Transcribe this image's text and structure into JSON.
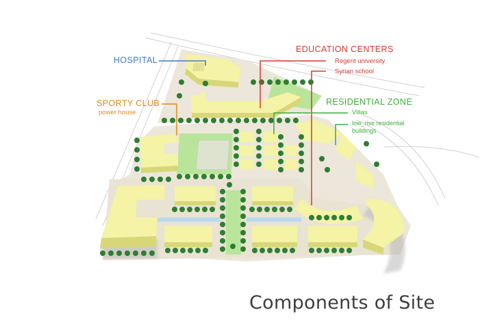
{
  "title": "Components of Site",
  "labels": {
    "hospital": "HOSPITAL",
    "sporty_club": "SPORTY CLUB",
    "power_house": "power house",
    "education_centers": "EDUCATION CENTERS",
    "regent_university": "Regent university",
    "syrian_school": "Syrian school",
    "residential_zone": "RESIDENTIAL ZONE",
    "villas": "Villas",
    "low_rise_line1": "low_rise residential",
    "low_rise_line2": "buildings"
  },
  "colors": {
    "hospital": "#3f79c9",
    "sporty": "#e08a1e",
    "education": "#d23a33",
    "residential": "#3cae3a",
    "building_top": "#f4f3a6",
    "building_side": "#d8d777",
    "lawn": "#b8e59a",
    "tree": "#2f7d33",
    "pavement": "#e4ddcc",
    "water": "#b7d7ec"
  }
}
